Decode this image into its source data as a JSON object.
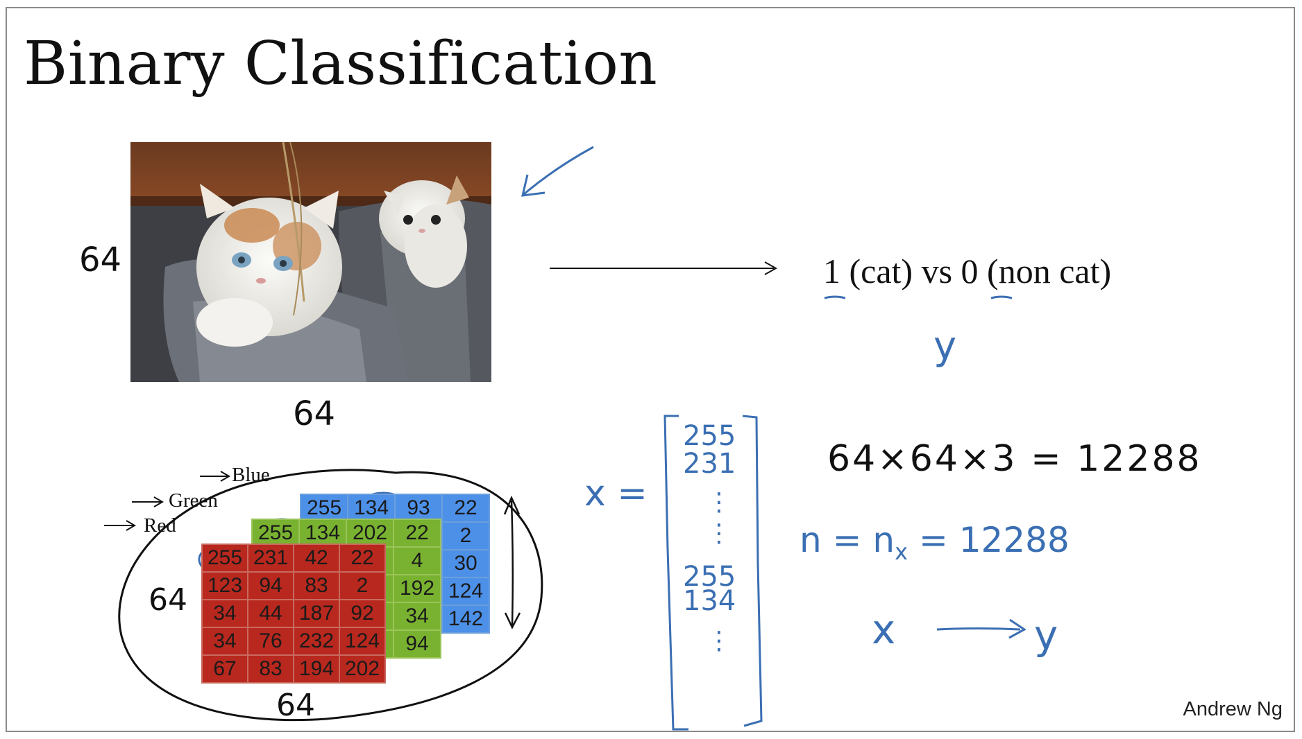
{
  "slide": {
    "title": "Binary Classification",
    "footer": "Andrew Ng"
  },
  "image": {
    "height_label": "64",
    "width_label": "64",
    "description_icon": "kittens-photo"
  },
  "label_line": {
    "one": "1",
    "cat": "(cat)",
    "vs": "vs",
    "zero": "0",
    "noncat": "(non cat)",
    "y": "y"
  },
  "channels": {
    "blue_label": "Blue",
    "green_label": "Green",
    "red_label": "Red",
    "height_label": "64",
    "width_label": "64",
    "blue_values": [
      [
        "255",
        "134",
        "93",
        "22"
      ],
      [
        "",
        "",
        "",
        "2"
      ],
      [
        "",
        "",
        "",
        "30"
      ],
      [
        "",
        "",
        "",
        "124"
      ],
      [
        "",
        "",
        "",
        "142"
      ]
    ],
    "green_values": [
      [
        "255",
        "134",
        "202",
        "22"
      ],
      [
        "",
        "",
        "",
        "4"
      ],
      [
        "",
        "",
        "",
        "192"
      ],
      [
        "",
        "",
        "",
        "34"
      ],
      [
        "",
        "",
        "",
        "94"
      ]
    ],
    "red_values": [
      [
        "255",
        "231",
        "42",
        "22"
      ],
      [
        "123",
        "94",
        "83",
        "2"
      ],
      [
        "34",
        "44",
        "187",
        "92"
      ],
      [
        "34",
        "76",
        "232",
        "124"
      ],
      [
        "67",
        "83",
        "194",
        "202"
      ]
    ]
  },
  "vector": {
    "x_label": "x =",
    "entries": [
      "255",
      "231",
      "⋮",
      "⋮",
      "255",
      "134",
      "⋮"
    ]
  },
  "math": {
    "dims": "64×64×3 = 12288",
    "n_eq": "n = nx = 12288",
    "n_left": "n",
    "n_mid": "= n",
    "n_sub": "x",
    "n_right": "= 12288",
    "map_x": "x",
    "map_y": "y"
  },
  "colors": {
    "ink_blue": "#3b6fb3",
    "ink_black": "#111111",
    "blue_channel": "#4d90e8",
    "green_channel": "#79b230",
    "red_channel": "#b8281e"
  }
}
